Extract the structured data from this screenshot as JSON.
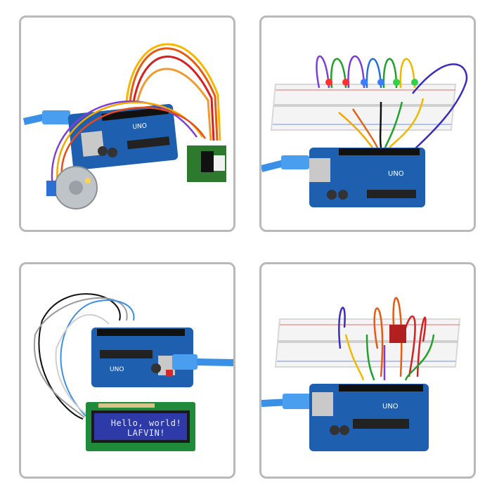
{
  "panels": [
    {
      "board_label": "UNO"
    },
    {
      "board_label": "UNO"
    },
    {
      "board_label": "UNO",
      "lcd": {
        "line1": "Hello, world!",
        "line2": "LAFVIN!"
      }
    },
    {
      "board_label": "UNO"
    }
  ],
  "colors": {
    "board": "#1f5fb0",
    "usb": "#3a8fe6",
    "lcd_screen": "#2e3aa8",
    "lcd_pcb": "#1e8a3a",
    "panel_border": "#b9b9b9"
  }
}
